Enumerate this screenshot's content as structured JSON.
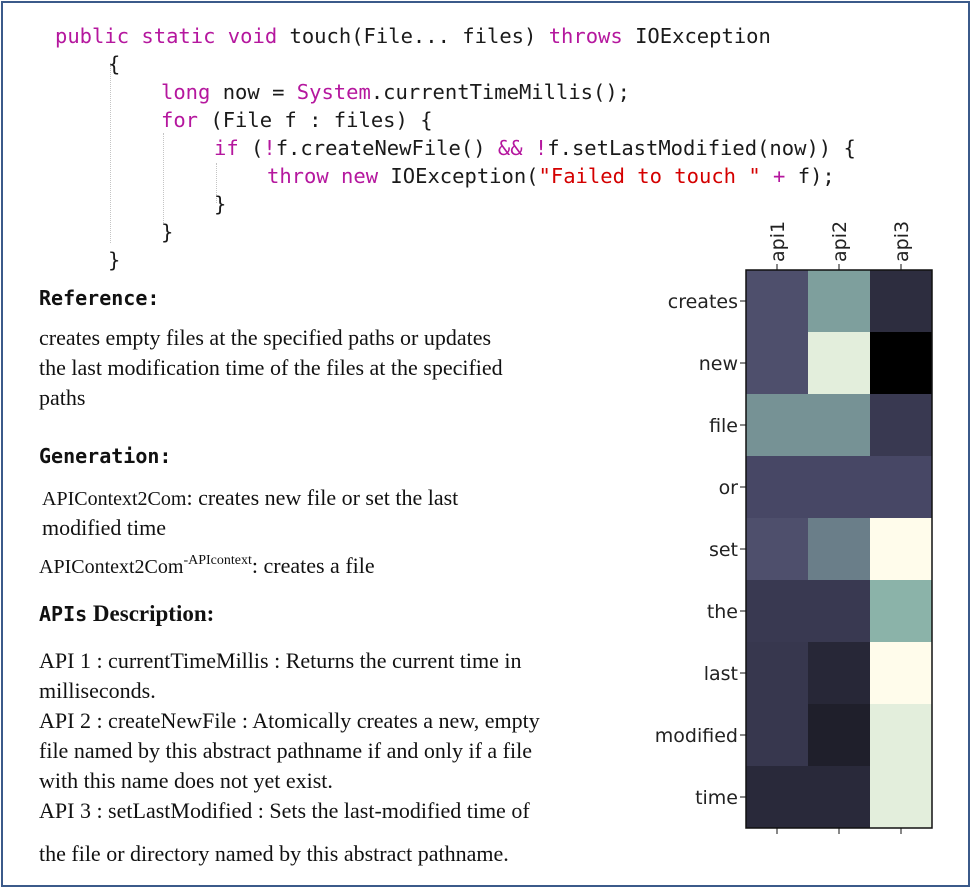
{
  "code": {
    "lines": [
      {
        "indent": 0,
        "parts": [
          {
            "t": "public static void ",
            "c": "kw"
          },
          {
            "t": "touch(File... files) ",
            "c": ""
          },
          {
            "t": "throws ",
            "c": "kw"
          },
          {
            "t": "IOException",
            "c": ""
          }
        ]
      },
      {
        "indent": 1,
        "parts": [
          {
            "t": "{",
            "c": ""
          }
        ]
      },
      {
        "indent": 2,
        "parts": [
          {
            "t": "long ",
            "c": "kw"
          },
          {
            "t": "now = ",
            "c": ""
          },
          {
            "t": "System",
            "c": "kw"
          },
          {
            "t": ".currentTimeMillis();",
            "c": ""
          }
        ]
      },
      {
        "indent": 2,
        "parts": [
          {
            "t": "for ",
            "c": "kw"
          },
          {
            "t": "(File f : files) {",
            "c": ""
          }
        ]
      },
      {
        "indent": 3,
        "parts": [
          {
            "t": "if ",
            "c": "kw"
          },
          {
            "t": "(",
            "c": ""
          },
          {
            "t": "!",
            "c": "kw"
          },
          {
            "t": "f.createNewFile() ",
            "c": ""
          },
          {
            "t": "&& !",
            "c": "kw"
          },
          {
            "t": "f.setLastModified(now)) {",
            "c": ""
          }
        ]
      },
      {
        "indent": 4,
        "parts": [
          {
            "t": "throw new ",
            "c": "kw"
          },
          {
            "t": "IOException(",
            "c": ""
          },
          {
            "t": "\"Failed to touch \"",
            "c": "str"
          },
          {
            "t": " + ",
            "c": "kw"
          },
          {
            "t": "f);",
            "c": ""
          }
        ]
      },
      {
        "indent": 3,
        "parts": [
          {
            "t": "}",
            "c": ""
          }
        ]
      },
      {
        "indent": 2,
        "parts": [
          {
            "t": "}",
            "c": ""
          }
        ]
      },
      {
        "indent": 1,
        "parts": [
          {
            "t": "}",
            "c": ""
          }
        ]
      }
    ]
  },
  "reference": {
    "heading": "Reference:",
    "lines": [
      "creates empty files at the specified paths or updates",
      "the last modification time of the files at the specified",
      "paths"
    ]
  },
  "generation": {
    "heading": "Generation:",
    "item1_label": "APIContext2Com",
    "item1_text": ": creates new file or set the last",
    "item1_text2": "modified time",
    "item2_label": "APIContext2Com",
    "item2_sup": "-APIcontext",
    "item2_text": ": creates a file"
  },
  "apis": {
    "heading_mono": "APIs",
    "heading_serif": " Description:",
    "lines": [
      "API 1 : currentTimeMillis : Returns the current time in",
      "milliseconds.",
      "API 2 : createNewFile : Atomically creates a new, empty",
      "file named by this abstract pathname if and only if a file",
      "with this name does not yet exist.",
      "API 3 : setLastModified : Sets the last-modified time of",
      "the file or directory named by this abstract pathname."
    ]
  },
  "chart_data": {
    "type": "heatmap",
    "columns": [
      "api1",
      "api2",
      "api3"
    ],
    "rows": [
      "creates",
      "new",
      "file",
      "or",
      "set",
      "the",
      "last",
      "modified",
      "time"
    ],
    "values": [
      [
        0.38,
        0.62,
        0.22
      ],
      [
        0.38,
        0.93,
        0.0
      ],
      [
        0.58,
        0.58,
        0.28
      ],
      [
        0.35,
        0.35,
        0.35
      ],
      [
        0.38,
        0.52,
        1.0
      ],
      [
        0.28,
        0.28,
        0.68
      ],
      [
        0.27,
        0.19,
        1.0
      ],
      [
        0.27,
        0.15,
        0.93
      ],
      [
        0.2,
        0.2,
        0.93
      ]
    ],
    "colormap": "bone"
  }
}
